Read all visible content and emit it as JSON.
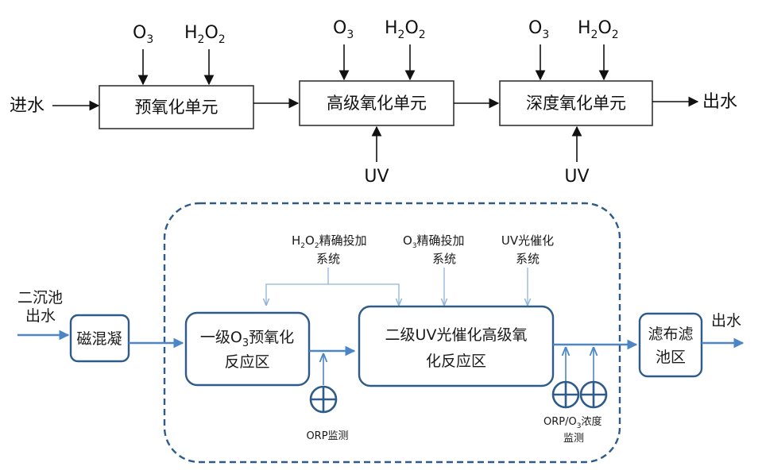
{
  "top_flow": {
    "inlet": "进水",
    "outlet": "出水",
    "units": [
      {
        "label": "预氧化单元",
        "o3_main": "O",
        "o3_sub": "3",
        "h2o2_a": "H",
        "h2o2_b": "2",
        "h2o2_c": "O",
        "h2o2_d": "2"
      },
      {
        "label": "高级氧化单元",
        "o3_main": "O",
        "o3_sub": "3",
        "h2o2_a": "H",
        "h2o2_b": "2",
        "h2o2_c": "O",
        "h2o2_d": "2",
        "uv": "UV"
      },
      {
        "label": "深度氧化单元",
        "o3_main": "O",
        "o3_sub": "3",
        "h2o2_a": "H",
        "h2o2_b": "2",
        "h2o2_c": "O",
        "h2o2_d": "2",
        "uv": "UV"
      }
    ]
  },
  "bottom_flow": {
    "inlet_line1": "二沉池",
    "inlet_line2": "出水",
    "outlet": "出水",
    "magnetic": "磁混凝",
    "stage1_line1_a": "一级O",
    "stage1_line1_sub": "3",
    "stage1_line1_b": "预氧化",
    "stage1_line2": "反应区",
    "stage2_line1": "二级UV光催化高级氧",
    "stage2_line2": "化反应区",
    "filter_line1": "滤布滤",
    "filter_line2": "池区",
    "h2o2_system_a": "H",
    "h2o2_system_sub1": "2",
    "h2o2_system_b": "O",
    "h2o2_system_sub2": "2",
    "h2o2_system_c": "精确投加",
    "h2o2_system_line2": "系统",
    "o3_system_a": "O",
    "o3_system_sub": "3",
    "o3_system_b": "精确投加",
    "o3_system_line2": "系统",
    "uv_system_line1": "UV光催化",
    "uv_system_line2": "系统",
    "orp_label": "ORP监测",
    "orp_o3_a": "ORP/O",
    "orp_o3_sub": "3",
    "orp_o3_b": "浓度",
    "orp_o3_line2": "监测"
  },
  "colors": {
    "blue_line": "#4d86c6",
    "blue_box": "#2f5b8a",
    "black": "#111111"
  }
}
